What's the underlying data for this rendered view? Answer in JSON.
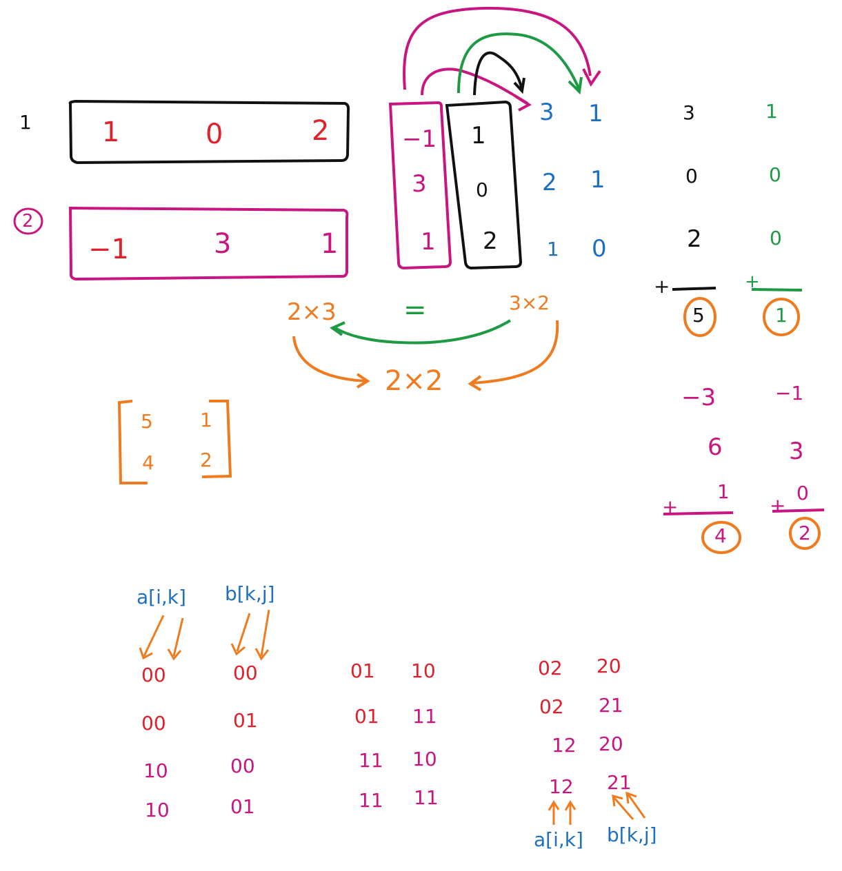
{
  "colors": {
    "red": "#e0202c",
    "magenta": "#c8157f",
    "blue": "#1f6fbf",
    "green": "#1e9a45",
    "black": "#111111",
    "orange": "#f07a1e"
  },
  "row_labels": {
    "r1": "1",
    "r2": "2"
  },
  "matrix_a": {
    "row1": [
      "1",
      "0",
      "2"
    ],
    "row2": [
      "−1",
      "3",
      "1"
    ]
  },
  "matrix_b": {
    "col_mag": [
      "−1",
      "3",
      "1"
    ],
    "col_blk": [
      "1",
      "0",
      "2"
    ],
    "col_blue": [
      "3",
      "2",
      "1"
    ],
    "col_blue2": [
      "1",
      "1",
      "0"
    ]
  },
  "products_top": {
    "black": [
      "3",
      "0",
      "2"
    ],
    "green": [
      "1",
      "0",
      "0"
    ],
    "plus": "+",
    "sum_left": "5",
    "sum_right": "1"
  },
  "products_bottom": {
    "left": [
      "−3",
      "6",
      "1"
    ],
    "right": [
      "−1",
      "3",
      "0"
    ],
    "plus": "+",
    "sum_left": "4",
    "sum_right": "2"
  },
  "dims": {
    "left": "2×3",
    "equals": "=",
    "right": "3×2",
    "result": "2×2"
  },
  "result_matrix": {
    "r1": [
      "5",
      "1"
    ],
    "r2": [
      "4",
      "2"
    ]
  },
  "index_labels": {
    "a_top": "a[i,k]",
    "b_top": "b[k,j]",
    "a_bottom": "a[i,k]",
    "b_bottom": "b[k,j]"
  },
  "index_pairs": {
    "group1": [
      [
        "00",
        "00"
      ],
      [
        "00",
        "01"
      ],
      [
        "10",
        "00"
      ],
      [
        "10",
        "01"
      ]
    ],
    "group2": [
      [
        "01",
        "10"
      ],
      [
        "01",
        "11"
      ],
      [
        "11",
        "10"
      ],
      [
        "11",
        "11"
      ]
    ],
    "group3": [
      [
        "02",
        "20"
      ],
      [
        "02",
        "21"
      ],
      [
        "12",
        "20"
      ],
      [
        "12",
        "21"
      ]
    ]
  }
}
